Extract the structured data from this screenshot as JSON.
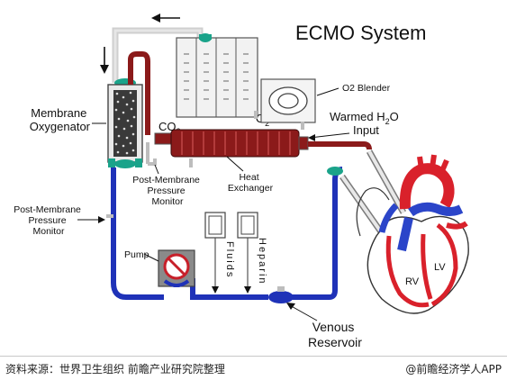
{
  "title": "ECMO System",
  "labels": {
    "membrane_oxygenator": [
      "Membrane",
      "Oxygenator"
    ],
    "co2": {
      "main": "CO",
      "sub": "2"
    },
    "o2": {
      "main": "O",
      "sub": "2"
    },
    "o2_blender": "O2 Blender",
    "warmed_h2o_input": {
      "line1_main": "Warmed H",
      "line1_sub": "2",
      "line1_end": "O",
      "line2": "Input"
    },
    "heat_exchanger": [
      "Heat",
      "Exchanger"
    ],
    "post_membrane_pressure_monitor_top": [
      "Post-Membrane",
      "Pressure",
      "Monitor"
    ],
    "post_membrane_pressure_monitor_left": [
      "Post-Membrane",
      "Pressure",
      "Monitor"
    ],
    "pump": "Pump",
    "fluids": "Fluids",
    "heparin": "Heparin",
    "venous_reservoir": [
      "Venous",
      "Reservoir"
    ],
    "rv": "RV",
    "lv": "LV"
  },
  "footer": {
    "source": "资料来源：世界卫生组织 前瞻产业研究院整理",
    "brand": "@前瞻经济学人APP"
  },
  "colors": {
    "arterial_line": "#8b1a1a",
    "venous_line": "#1f32b8",
    "return_line": "#c9c9c9",
    "teal_caps": "#1aa38a",
    "heart_red": "#d9212b",
    "heart_blue": "#2b45c9"
  }
}
